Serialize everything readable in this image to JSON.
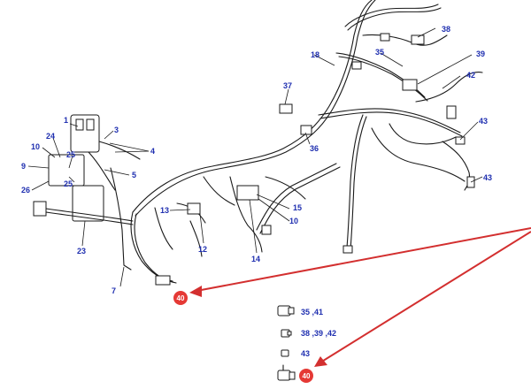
{
  "diagram": {
    "type": "exploded-parts-wiring-harness",
    "accent_color": "#1f2fb0",
    "highlight_color": "#e53935",
    "callouts": [
      {
        "id": "c1",
        "label": "1"
      },
      {
        "id": "c3",
        "label": "3"
      },
      {
        "id": "c4",
        "label": "4"
      },
      {
        "id": "c5",
        "label": "5"
      },
      {
        "id": "c7",
        "label": "7"
      },
      {
        "id": "c9",
        "label": "9"
      },
      {
        "id": "c10a",
        "label": "10"
      },
      {
        "id": "c10b",
        "label": "10"
      },
      {
        "id": "c12",
        "label": "12"
      },
      {
        "id": "c13",
        "label": "13"
      },
      {
        "id": "c14",
        "label": "14"
      },
      {
        "id": "c15",
        "label": "15"
      },
      {
        "id": "c18",
        "label": "18"
      },
      {
        "id": "c23",
        "label": "23"
      },
      {
        "id": "c24",
        "label": "24"
      },
      {
        "id": "c25a",
        "label": "25"
      },
      {
        "id": "c25b",
        "label": "25"
      },
      {
        "id": "c26",
        "label": "26"
      },
      {
        "id": "c35",
        "label": "35"
      },
      {
        "id": "c36",
        "label": "36"
      },
      {
        "id": "c37",
        "label": "37"
      },
      {
        "id": "c38",
        "label": "38"
      },
      {
        "id": "c39",
        "label": "39"
      },
      {
        "id": "c42",
        "label": "42"
      },
      {
        "id": "c43a",
        "label": "43"
      },
      {
        "id": "c43b",
        "label": "43"
      }
    ],
    "highlighted_part": {
      "label": "40"
    },
    "legend": [
      {
        "id": "l1",
        "parts": "35 ,41",
        "icon": "connector-large-icon"
      },
      {
        "id": "l2",
        "parts": "38 ,39 ,42",
        "icon": "connector-small-icon"
      },
      {
        "id": "l3",
        "parts": "43",
        "icon": "connector-mini-icon"
      },
      {
        "id": "l4",
        "parts": "40",
        "icon": "connector-right-angle-icon",
        "highlighted": true
      }
    ]
  }
}
